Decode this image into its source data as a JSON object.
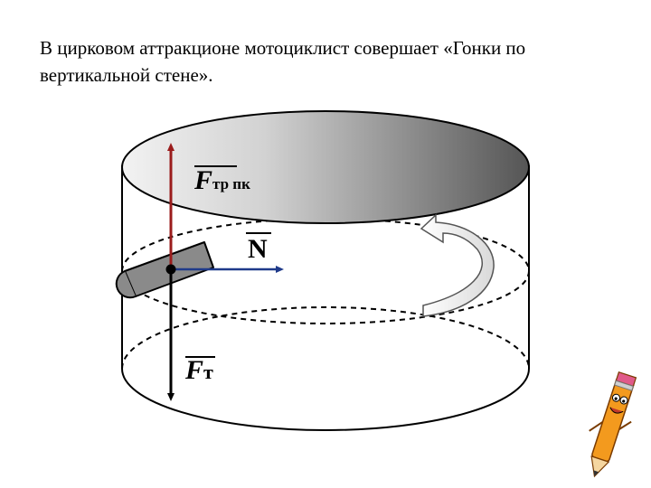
{
  "problem": {
    "text": "В цирковом аттракционе мотоциклист совершает «Гонки по вертикальной стене»."
  },
  "diagram": {
    "labels": {
      "friction": {
        "main": "F",
        "sub": "тр пк"
      },
      "normal": {
        "main": "N",
        "sub": ""
      },
      "gravity": {
        "main": "F",
        "sub": "т"
      }
    },
    "colors": {
      "friction_arrow": "#9b1c1c",
      "normal_arrow": "#1f3a8a",
      "gravity_arrow": "#000000",
      "motorcycle": "#8a8a8a"
    },
    "icons": [
      "pencil-mascot-icon",
      "rotation-arrow-icon"
    ]
  }
}
